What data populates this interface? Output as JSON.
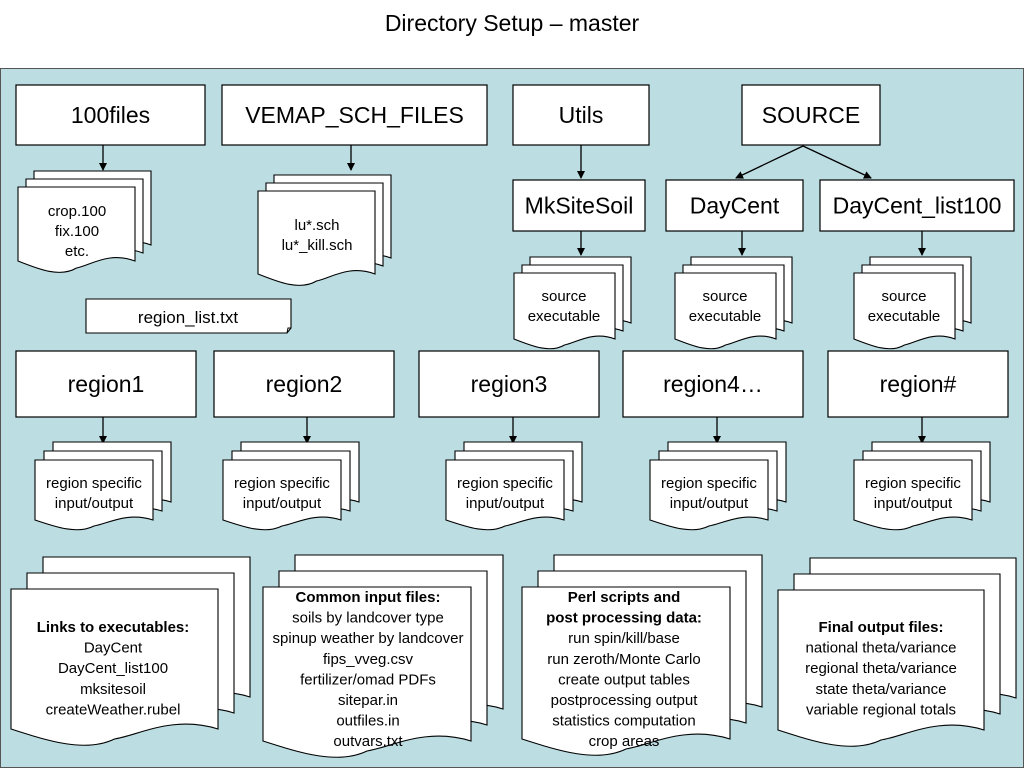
{
  "title": "Directory Setup – master",
  "folders": {
    "f100": "100files",
    "vemap": "VEMAP_SCH_FILES",
    "utils": "Utils",
    "source": "SOURCE",
    "mksitesoil": "MkSiteSoil",
    "daycent": "DayCent",
    "daycent_list100": "DayCent_list100",
    "region1": "region1",
    "region2": "region2",
    "region3": "region3",
    "region4": "region4…",
    "regionN": "region#"
  },
  "docs": {
    "f100_files": [
      "crop.100",
      "fix.100",
      "etc."
    ],
    "vemap_files": [
      "lu*.sch",
      "lu*_kill.sch"
    ],
    "source_exec": [
      "source",
      "executable"
    ],
    "region_io": [
      "region specific",
      "input/output"
    ],
    "region_list": "region_list.txt"
  },
  "bottom": {
    "links": {
      "heading": "Links to executables:",
      "lines": [
        "DayCent",
        "DayCent_list100",
        "mksitesoil",
        "createWeather.rubel"
      ]
    },
    "common": {
      "heading": "Common input files:",
      "lines": [
        "soils by landcover type",
        "spinup weather by landcover",
        "fips_vveg.csv",
        "fertilizer/omad PDFs",
        "sitepar.in",
        "outfiles.in",
        "outvars.txt"
      ]
    },
    "perl": {
      "heading": [
        "Perl scripts and",
        "post processing data:"
      ],
      "lines": [
        "run spin/kill/base",
        "run zeroth/Monte Carlo",
        "create output tables",
        "postprocessing output",
        "statistics computation",
        "crop areas"
      ]
    },
    "final": {
      "heading": "Final output files:",
      "lines": [
        "national theta/variance",
        "regional theta/variance",
        "state theta/variance",
        "variable regional totals"
      ]
    }
  }
}
